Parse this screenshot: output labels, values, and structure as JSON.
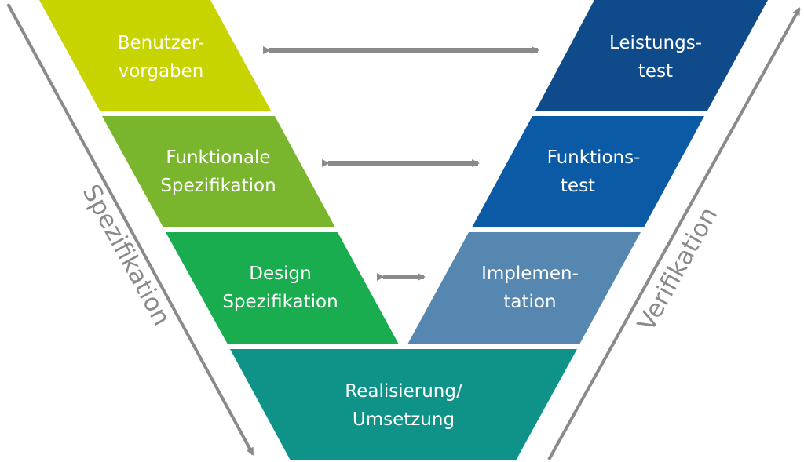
{
  "title": "V-Modell",
  "colors": {
    "benutzervorgaben": "#c8d400",
    "funktionale_spezifikation": "#7ab52e",
    "design_spezifikation": "#19ad50",
    "realisierung": "#0f9388",
    "implementation": "#5587b0",
    "funktionstest": "#0a5aa5",
    "leistungstest": "#0f4a8a",
    "arrow": "#8a8a8a"
  },
  "left_phases": [
    {
      "id": "benutzervorgaben",
      "lines": [
        "Benutzer-",
        "vorgaben"
      ]
    },
    {
      "id": "funktionale-spezifikation",
      "lines": [
        "Funktionale",
        "Spezifikation"
      ]
    },
    {
      "id": "design-spezifikation",
      "lines": [
        "Design",
        "Spezifikation"
      ]
    }
  ],
  "bottom_phase": {
    "id": "realisierung",
    "lines": [
      "Realisierung/",
      "Umsetzung"
    ]
  },
  "right_phases": [
    {
      "id": "leistungstest",
      "lines": [
        "Leistungs-",
        "test"
      ]
    },
    {
      "id": "funktionstest",
      "lines": [
        "Funktions-",
        "test"
      ]
    },
    {
      "id": "implementation",
      "lines": [
        "Implemen-",
        "tation"
      ]
    }
  ],
  "axes": {
    "left": "Spezifikation",
    "right": "Verifikation"
  },
  "links": [
    {
      "from": "benutzervorgaben",
      "to": "leistungstest"
    },
    {
      "from": "funktionale-spezifikation",
      "to": "funktionstest"
    },
    {
      "from": "design-spezifikation",
      "to": "implementation"
    }
  ]
}
